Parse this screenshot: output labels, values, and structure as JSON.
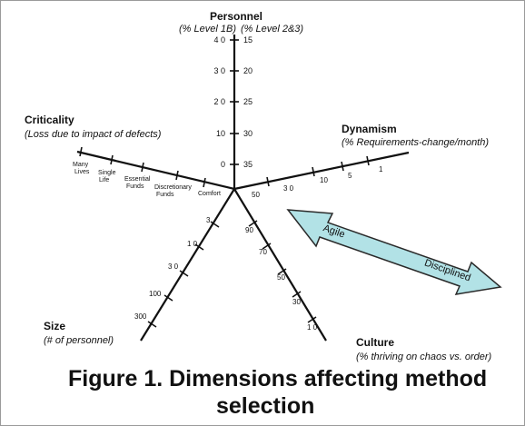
{
  "colors": {
    "frame": "#9a9a9a",
    "axis": "#111111",
    "arrow_fill": "#b2e2e6",
    "arrow_stroke": "#2a2a2a"
  },
  "axes": {
    "personnel": {
      "title": "Personnel",
      "sub_left": "(% Level 1B)",
      "sub_right": "(% Level 2&3)",
      "left_ticks": [
        "4 0",
        "3 0",
        "2 0",
        "10",
        "0"
      ],
      "right_ticks": [
        "15",
        "20",
        "25",
        "30",
        "35"
      ]
    },
    "dynamism": {
      "title": "Dynamism",
      "subtitle": "(% Requirements-change/month)",
      "ticks": [
        "1",
        "5",
        "10",
        "3 0",
        "50"
      ]
    },
    "criticality": {
      "title": "Criticality",
      "subtitle": "(Loss due to impact of defects)",
      "ticks": [
        [
          "Many",
          "Lives"
        ],
        [
          "Single",
          "Life"
        ],
        [
          "Essential",
          "Funds"
        ],
        [
          "Discretionary",
          "Funds"
        ],
        [
          "Comfort"
        ]
      ]
    },
    "size": {
      "title": "Size",
      "subtitle": "(# of personnel)",
      "ticks": [
        "3",
        "1 0",
        "3 0",
        "100",
        "300"
      ]
    },
    "culture": {
      "title": "Culture",
      "subtitle": "(% thriving on chaos vs. order)",
      "ticks": [
        "90",
        "70",
        "50",
        "30",
        "1 0"
      ]
    }
  },
  "arrow": {
    "left_label": "Agile",
    "right_label": "Disciplined"
  },
  "caption": {
    "line1": "Figure 1. Dimensions  affecting method",
    "line2": "selection"
  }
}
